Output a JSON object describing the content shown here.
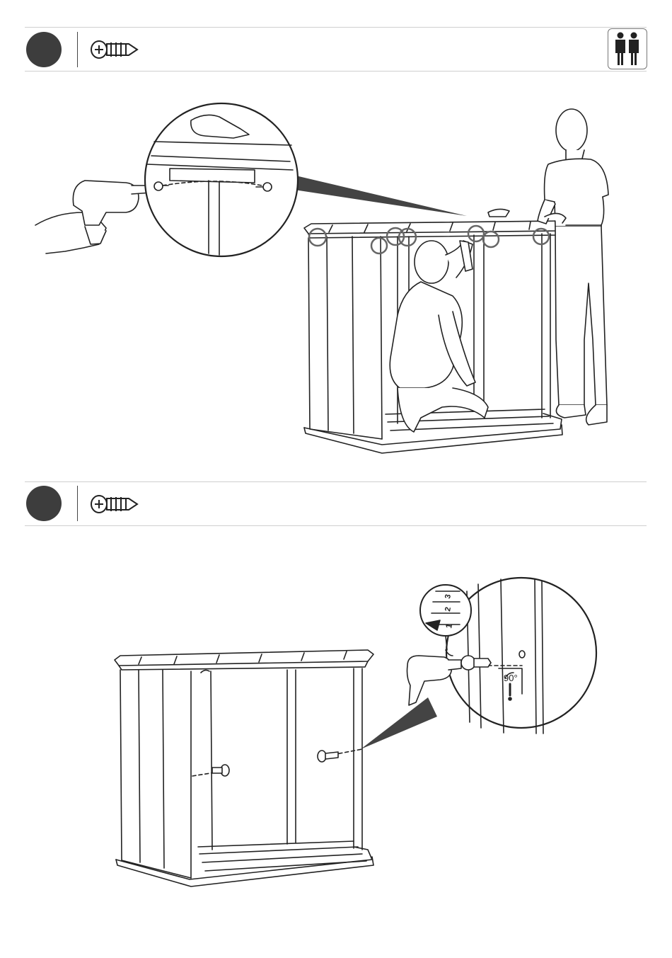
{
  "steps": [
    {
      "icons": {
        "part": "screw-icon",
        "crew": "two-person-icon"
      }
    },
    {
      "icons": {
        "part": "screw-icon"
      }
    }
  ],
  "drill_setting": {
    "marks": [
      "3",
      "2",
      "1"
    ],
    "selected": "1"
  },
  "angle_label": "90°",
  "colors": {
    "badge": "#3d3d3d",
    "line": "#222222",
    "wedge": "#444444",
    "rule": "#cfcfcf"
  }
}
